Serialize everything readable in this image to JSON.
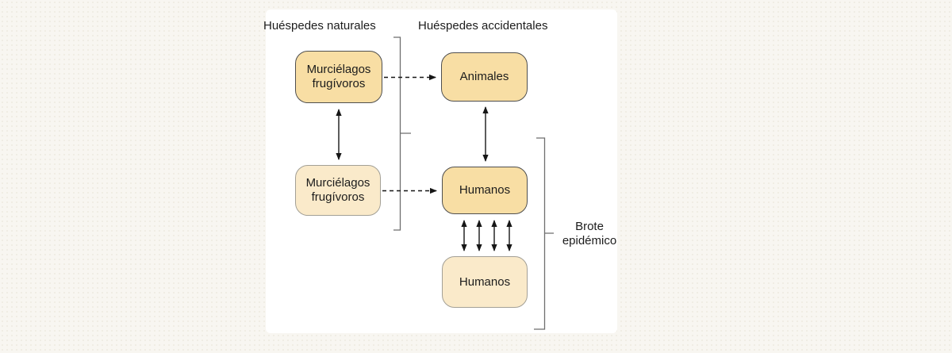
{
  "headers": {
    "natural": "Huéspedes naturales",
    "accidental": "Huéspedes accidentales"
  },
  "nodes": {
    "bats_top": "Murciélagos frugívoros",
    "animals": "Animales",
    "bats_bottom": "Murciélagos frugívoros",
    "humans_top": "Humanos",
    "humans_bottom": "Humanos"
  },
  "annotations": {
    "outbreak": "Brote epidémico"
  },
  "theme": {
    "canvas_bg": "#f8f6f1",
    "figure_bg": "#ffffff",
    "text_color": "#1c1c1c",
    "node_fill_dark": "#f8dea4",
    "node_fill_light": "#faeaca",
    "node_border_dark": "#4f4f4f",
    "node_border_light": "#a3a096",
    "arrow_color": "#161616",
    "bracket_color": "#6e6e6e"
  }
}
